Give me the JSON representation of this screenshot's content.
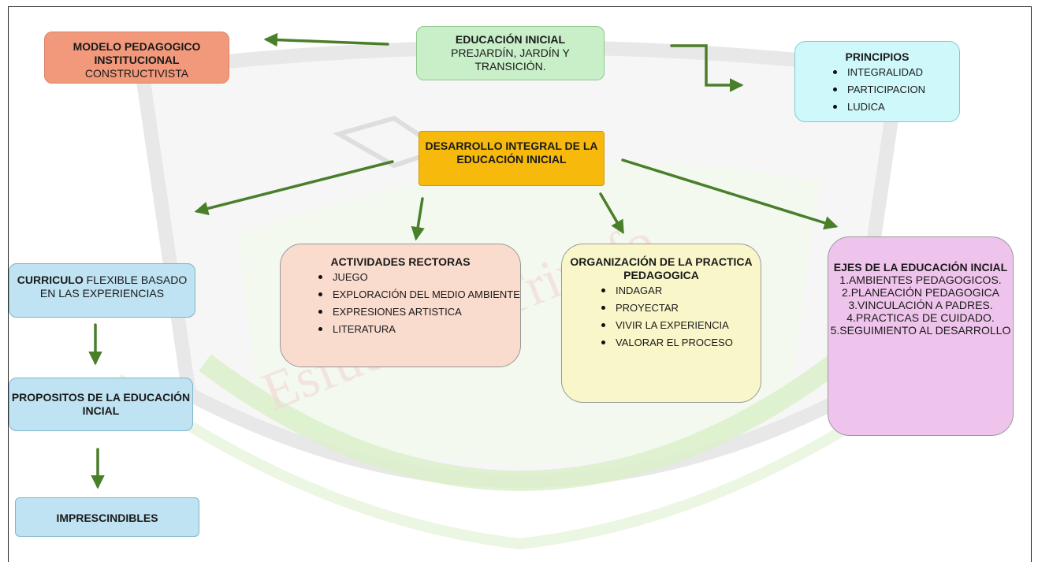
{
  "boxes": {
    "modelo": {
      "title": "MODELO PEDAGOGICO INSTITUCIONAL",
      "subtitle": "CONSTRUCTIVISTA"
    },
    "educacion": {
      "title": "EDUCACIÓN INICIAL",
      "subtitle": "PREJARDÍN, JARDÍN Y TRANSICIÓN."
    },
    "principios": {
      "title": "PRINCIPIOS",
      "items": [
        "INTEGRALIDAD",
        "PARTICIPACION",
        "LUDICA"
      ]
    },
    "desarrollo": {
      "title": "DESARROLLO INTEGRAL DE LA EDUCACIÓN INICIAL"
    },
    "curriculo": {
      "title": "CURRICULO",
      "rest": "FLEXIBLE BASADO EN LAS EXPERIENCIAS"
    },
    "propositos": {
      "title": "PROPOSITOS DE LA EDUCACIÓN INCIAL"
    },
    "imprescindibles": {
      "title": "IMPRESCINDIBLES"
    },
    "actividades": {
      "title": "ACTIVIDADES RECTORAS",
      "items": [
        "JUEGO",
        "EXPLORACIÓN DEL MEDIO AMBIENTE",
        "EXPRESIONES ARTISTICA",
        "LITERATURA"
      ]
    },
    "organizacion": {
      "title": "ORGANIZACIÓN DE LA PRACTICA PEDAGOGICA",
      "items": [
        "INDAGAR",
        "PROYECTAR",
        "VIVIR LA EXPERIENCIA",
        "VALORAR EL PROCESO"
      ]
    },
    "ejes": {
      "title": "EJES DE LA EDUCACIÓN INCIAL",
      "lines": [
        "1.AMBIENTES PEDAGOGICOS.",
        "2.PLANEACIÓN PEDAGOGICA",
        "3.VINCULACIÓN A PADRES.",
        "4.PRACTICAS DE CUIDADO.",
        "5.SEGUIMIENTO AL DESARROLLO"
      ]
    }
  },
  "background": {
    "watermark_text": "Esfuerzo y Triunfo"
  },
  "colors": {
    "arrow": "#4a7f2a",
    "modelo": "#f2997b",
    "educacion": "#c9efc9",
    "principios": "#cff8fb",
    "desarrollo": "#f6b90c",
    "blue_boxes": "#bfe3f2",
    "actividades": "#f9dccd",
    "organizacion": "#f9f7c9",
    "ejes": "#efc4ec"
  }
}
